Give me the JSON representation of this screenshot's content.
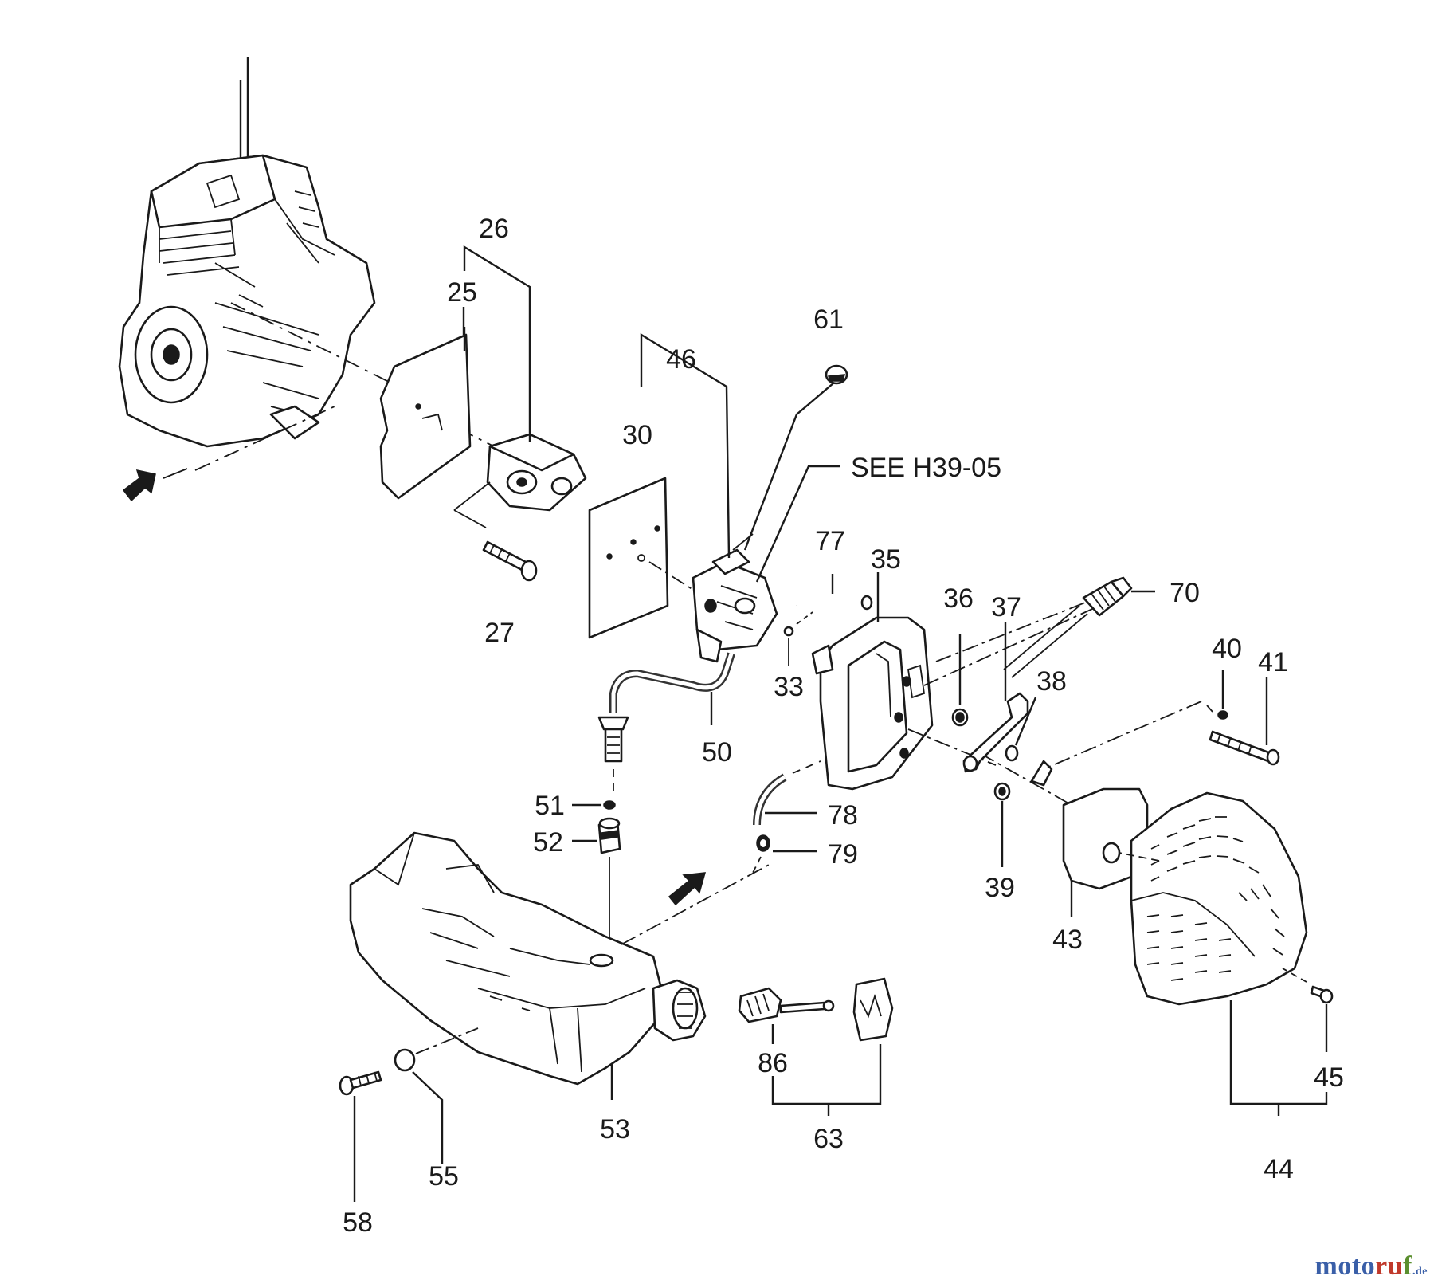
{
  "diagram": {
    "reference_note": "SEE H39-05",
    "part_labels": [
      "26",
      "25",
      "61",
      "46",
      "30",
      "27",
      "77",
      "35",
      "36",
      "37",
      "70",
      "40",
      "41",
      "38",
      "33",
      "50",
      "51",
      "78",
      "52",
      "79",
      "39",
      "43",
      "53",
      "86",
      "63",
      "55",
      "58",
      "45",
      "44"
    ]
  },
  "watermark": {
    "part1": "moto",
    "part2": "ru",
    "part3": "f",
    "suffix": ".de"
  }
}
